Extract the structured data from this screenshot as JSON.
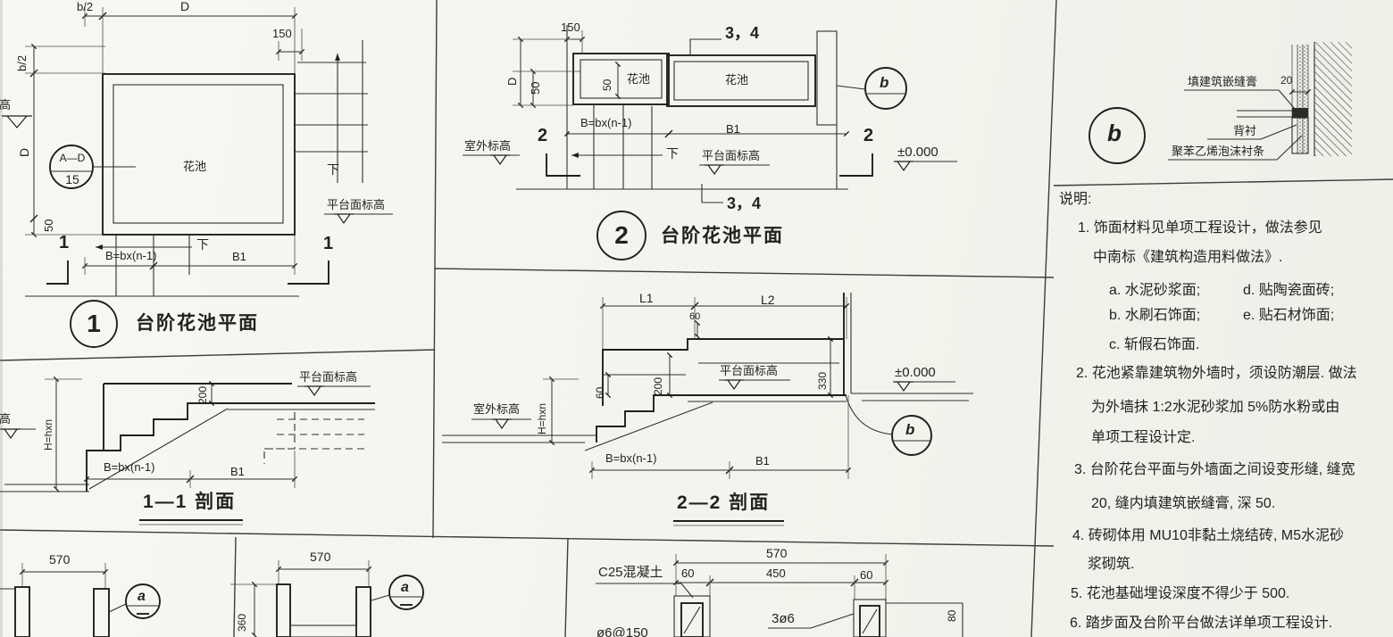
{
  "colors": {
    "paper": "#f6f6f2",
    "ink": "#2b2b2b"
  },
  "plan1": {
    "bubble_top": "A—D",
    "bubble_num": "15",
    "dim_b2_top": "b/2",
    "dim_d_top": "D",
    "dim_150": "150",
    "dim_b2_left": "b/2",
    "elev_left": "标高",
    "dim_d_left": "D",
    "dim_50": "50",
    "pool": "花池",
    "down_right": "下",
    "elev_platform": "平台面标高",
    "dim_b": "B=bx(n-1)",
    "dim_b1": "B1",
    "down_bottom": "下",
    "sec_left": "1",
    "sec_right": "1",
    "title_num": "1",
    "title": "台阶花池平面"
  },
  "plan2": {
    "dim_150": "150",
    "dim_d": "D",
    "dim_50": "50",
    "pool_50": "50",
    "pool1": "花池",
    "pool2": "花池",
    "ref_top": "3，4",
    "ref_bottom": "3，4",
    "dim_b": "B=bx(n-1)",
    "dim_b1": "B1",
    "elev_outdoor": "室外标高",
    "down": "下",
    "elev_platform": "平台面标高",
    "sec_left": "2",
    "sec_right": "2",
    "elev_zero": "±0.000",
    "bubble": "b",
    "title_num": "2",
    "title": "台阶花池平面"
  },
  "section11": {
    "elev_platform": "平台面标高",
    "elev_left": "标高",
    "dim_h": "H=hxn",
    "dim_200": "200",
    "dim_b": "B=bx(n-1)",
    "dim_b1": "B1",
    "title": "1—1 剖面"
  },
  "section22": {
    "dim_l1": "L1",
    "dim_l2": "L2",
    "dim_60_top": "60",
    "dim_60": "60",
    "dim_200": "200",
    "dim_330": "330",
    "dim_h": "H=hxn",
    "elev_outdoor": "室外标高",
    "elev_platform": "平台面标高",
    "elev_zero": "±0.000",
    "bubble": "b",
    "dim_b": "B=bx(n-1)",
    "dim_b1": "B1",
    "title": "2—2 剖面"
  },
  "detail_e": {
    "dim_570": "570",
    "bubble": "a"
  },
  "detail_f": {
    "dim_570": "570",
    "dim_360": "360",
    "bubble": "a"
  },
  "detail_g": {
    "concrete": "C25混凝土",
    "dim_570": "570",
    "dim_60l": "60",
    "dim_450": "450",
    "dim_60r": "60",
    "rebar": "3ø6",
    "stirrup": "ø6@150",
    "dim_80": "80"
  },
  "detail_b": {
    "bubble": "b",
    "sealant": "填建筑嵌缝膏",
    "dim_20": "20",
    "backing": "背衬",
    "foam": "聚苯乙烯泡沫衬条"
  },
  "notes": {
    "heading": "说明:",
    "lines": [
      "1. 饰面材料见单项工程设计，做法参见",
      "中南标《建筑构造用料做法》.",
      "a. 水泥砂浆面;",
      "d. 贴陶瓷面砖;",
      "b. 水刷石饰面;",
      "e. 贴石材饰面;",
      "c. 斩假石饰面.",
      "2. 花池紧靠建筑物外墙时，须设防潮层. 做法",
      "为外墙抹 1:2水泥砂浆加 5%防水粉或由",
      "单项工程设计定.",
      "3. 台阶花台平面与外墙面之间设变形缝, 缝宽",
      "20, 缝内填建筑嵌缝膏, 深 50.",
      "4. 砖砌体用 MU10非黏土烧结砖, M5水泥砂",
      "浆砌筑.",
      "5. 花池基础埋设深度不得少于 500.",
      "6. 踏步面及台阶平台做法详单项工程设计."
    ]
  }
}
